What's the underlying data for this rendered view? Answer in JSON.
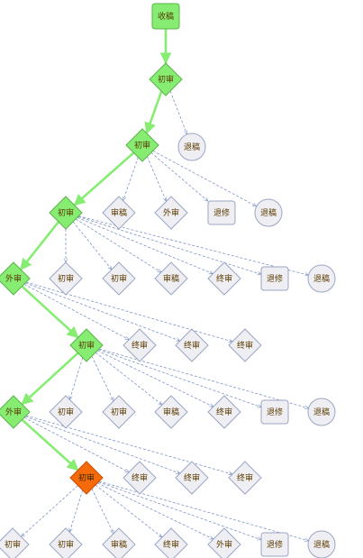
{
  "colors": {
    "done_fill": "#86ec72",
    "done_stroke": "#5bb44a",
    "current_fill": "#f66a0a",
    "current_stroke": "#c94f00",
    "pending_fill": "#efeff3",
    "pending_stroke": "#9aa6c4",
    "done_edge": "#86ec72",
    "pending_edge": "#7d95c8",
    "label": "#5a3a00"
  },
  "nodes": [
    {
      "id": "n0",
      "label": "收稿",
      "shape": "rect",
      "state": "done"
    },
    {
      "id": "n1",
      "label": "初审",
      "shape": "diamond",
      "state": "done"
    },
    {
      "id": "n2",
      "label": "退稿",
      "shape": "circle",
      "state": "pending"
    },
    {
      "id": "n3",
      "label": "初审",
      "shape": "diamond",
      "state": "done"
    },
    {
      "id": "n4",
      "label": "初审",
      "shape": "diamond",
      "state": "done"
    },
    {
      "id": "n5",
      "label": "审稿",
      "shape": "diamond",
      "state": "pending"
    },
    {
      "id": "n6",
      "label": "外审",
      "shape": "diamond",
      "state": "pending"
    },
    {
      "id": "n7",
      "label": "退修",
      "shape": "rect",
      "state": "pending"
    },
    {
      "id": "n8",
      "label": "退稿",
      "shape": "circle",
      "state": "pending"
    },
    {
      "id": "n9",
      "label": "外审",
      "shape": "diamond",
      "state": "done"
    },
    {
      "id": "n10",
      "label": "初审",
      "shape": "diamond",
      "state": "pending"
    },
    {
      "id": "n11",
      "label": "初审",
      "shape": "diamond",
      "state": "pending"
    },
    {
      "id": "n12",
      "label": "审稿",
      "shape": "diamond",
      "state": "pending"
    },
    {
      "id": "n13",
      "label": "终审",
      "shape": "diamond",
      "state": "pending"
    },
    {
      "id": "n14",
      "label": "退修",
      "shape": "rect",
      "state": "pending"
    },
    {
      "id": "n15",
      "label": "退稿",
      "shape": "circle",
      "state": "pending"
    },
    {
      "id": "n16",
      "label": "初审",
      "shape": "diamond",
      "state": "done"
    },
    {
      "id": "n17",
      "label": "终审",
      "shape": "diamond",
      "state": "pending"
    },
    {
      "id": "n18",
      "label": "终审",
      "shape": "diamond",
      "state": "pending"
    },
    {
      "id": "n19",
      "label": "终审",
      "shape": "diamond",
      "state": "pending"
    },
    {
      "id": "n20",
      "label": "外审",
      "shape": "diamond",
      "state": "done"
    },
    {
      "id": "n21",
      "label": "初审",
      "shape": "diamond",
      "state": "pending"
    },
    {
      "id": "n22",
      "label": "初审",
      "shape": "diamond",
      "state": "pending"
    },
    {
      "id": "n23",
      "label": "审稿",
      "shape": "diamond",
      "state": "pending"
    },
    {
      "id": "n24",
      "label": "终审",
      "shape": "diamond",
      "state": "pending"
    },
    {
      "id": "n25",
      "label": "退修",
      "shape": "rect",
      "state": "pending"
    },
    {
      "id": "n26",
      "label": "退稿",
      "shape": "circle",
      "state": "pending"
    },
    {
      "id": "n27",
      "label": "初审",
      "shape": "diamond",
      "state": "current"
    },
    {
      "id": "n28",
      "label": "终审",
      "shape": "diamond",
      "state": "pending"
    },
    {
      "id": "n29",
      "label": "终审",
      "shape": "diamond",
      "state": "pending"
    },
    {
      "id": "n30",
      "label": "终审",
      "shape": "diamond",
      "state": "pending"
    },
    {
      "id": "n31",
      "label": "初审",
      "shape": "diamond",
      "state": "pending"
    },
    {
      "id": "n32",
      "label": "初审",
      "shape": "diamond",
      "state": "pending"
    },
    {
      "id": "n33",
      "label": "审稿",
      "shape": "diamond",
      "state": "pending"
    },
    {
      "id": "n34",
      "label": "终审",
      "shape": "diamond",
      "state": "pending"
    },
    {
      "id": "n35",
      "label": "外审",
      "shape": "diamond",
      "state": "pending"
    },
    {
      "id": "n36",
      "label": "退修",
      "shape": "rect",
      "state": "pending"
    },
    {
      "id": "n37",
      "label": "退稿",
      "shape": "circle",
      "state": "pending"
    }
  ],
  "edges": [
    {
      "from": "n0",
      "to": "n1",
      "kind": "done"
    },
    {
      "from": "n1",
      "to": "n2",
      "kind": "pending"
    },
    {
      "from": "n1",
      "to": "n3",
      "kind": "done"
    },
    {
      "from": "n3",
      "to": "n4",
      "kind": "done"
    },
    {
      "from": "n3",
      "to": "n5",
      "kind": "pending"
    },
    {
      "from": "n3",
      "to": "n6",
      "kind": "pending"
    },
    {
      "from": "n3",
      "to": "n7",
      "kind": "pending"
    },
    {
      "from": "n3",
      "to": "n8",
      "kind": "pending"
    },
    {
      "from": "n4",
      "to": "n9",
      "kind": "done"
    },
    {
      "from": "n4",
      "to": "n10",
      "kind": "pending"
    },
    {
      "from": "n4",
      "to": "n11",
      "kind": "pending"
    },
    {
      "from": "n4",
      "to": "n12",
      "kind": "pending"
    },
    {
      "from": "n4",
      "to": "n13",
      "kind": "pending"
    },
    {
      "from": "n4",
      "to": "n14",
      "kind": "pending"
    },
    {
      "from": "n4",
      "to": "n15",
      "kind": "pending"
    },
    {
      "from": "n9",
      "to": "n16",
      "kind": "done"
    },
    {
      "from": "n9",
      "to": "n17",
      "kind": "pending"
    },
    {
      "from": "n9",
      "to": "n18",
      "kind": "pending"
    },
    {
      "from": "n9",
      "to": "n19",
      "kind": "pending"
    },
    {
      "from": "n16",
      "to": "n20",
      "kind": "done"
    },
    {
      "from": "n16",
      "to": "n21",
      "kind": "pending"
    },
    {
      "from": "n16",
      "to": "n22",
      "kind": "pending"
    },
    {
      "from": "n16",
      "to": "n23",
      "kind": "pending"
    },
    {
      "from": "n16",
      "to": "n24",
      "kind": "pending"
    },
    {
      "from": "n16",
      "to": "n25",
      "kind": "pending"
    },
    {
      "from": "n16",
      "to": "n26",
      "kind": "pending"
    },
    {
      "from": "n20",
      "to": "n27",
      "kind": "done"
    },
    {
      "from": "n20",
      "to": "n28",
      "kind": "pending"
    },
    {
      "from": "n20",
      "to": "n29",
      "kind": "pending"
    },
    {
      "from": "n20",
      "to": "n30",
      "kind": "pending"
    },
    {
      "from": "n27",
      "to": "n31",
      "kind": "pending"
    },
    {
      "from": "n27",
      "to": "n32",
      "kind": "pending"
    },
    {
      "from": "n27",
      "to": "n33",
      "kind": "pending"
    },
    {
      "from": "n27",
      "to": "n34",
      "kind": "pending"
    },
    {
      "from": "n27",
      "to": "n35",
      "kind": "pending"
    },
    {
      "from": "n27",
      "to": "n36",
      "kind": "pending"
    },
    {
      "from": "n27",
      "to": "n37",
      "kind": "pending"
    }
  ]
}
